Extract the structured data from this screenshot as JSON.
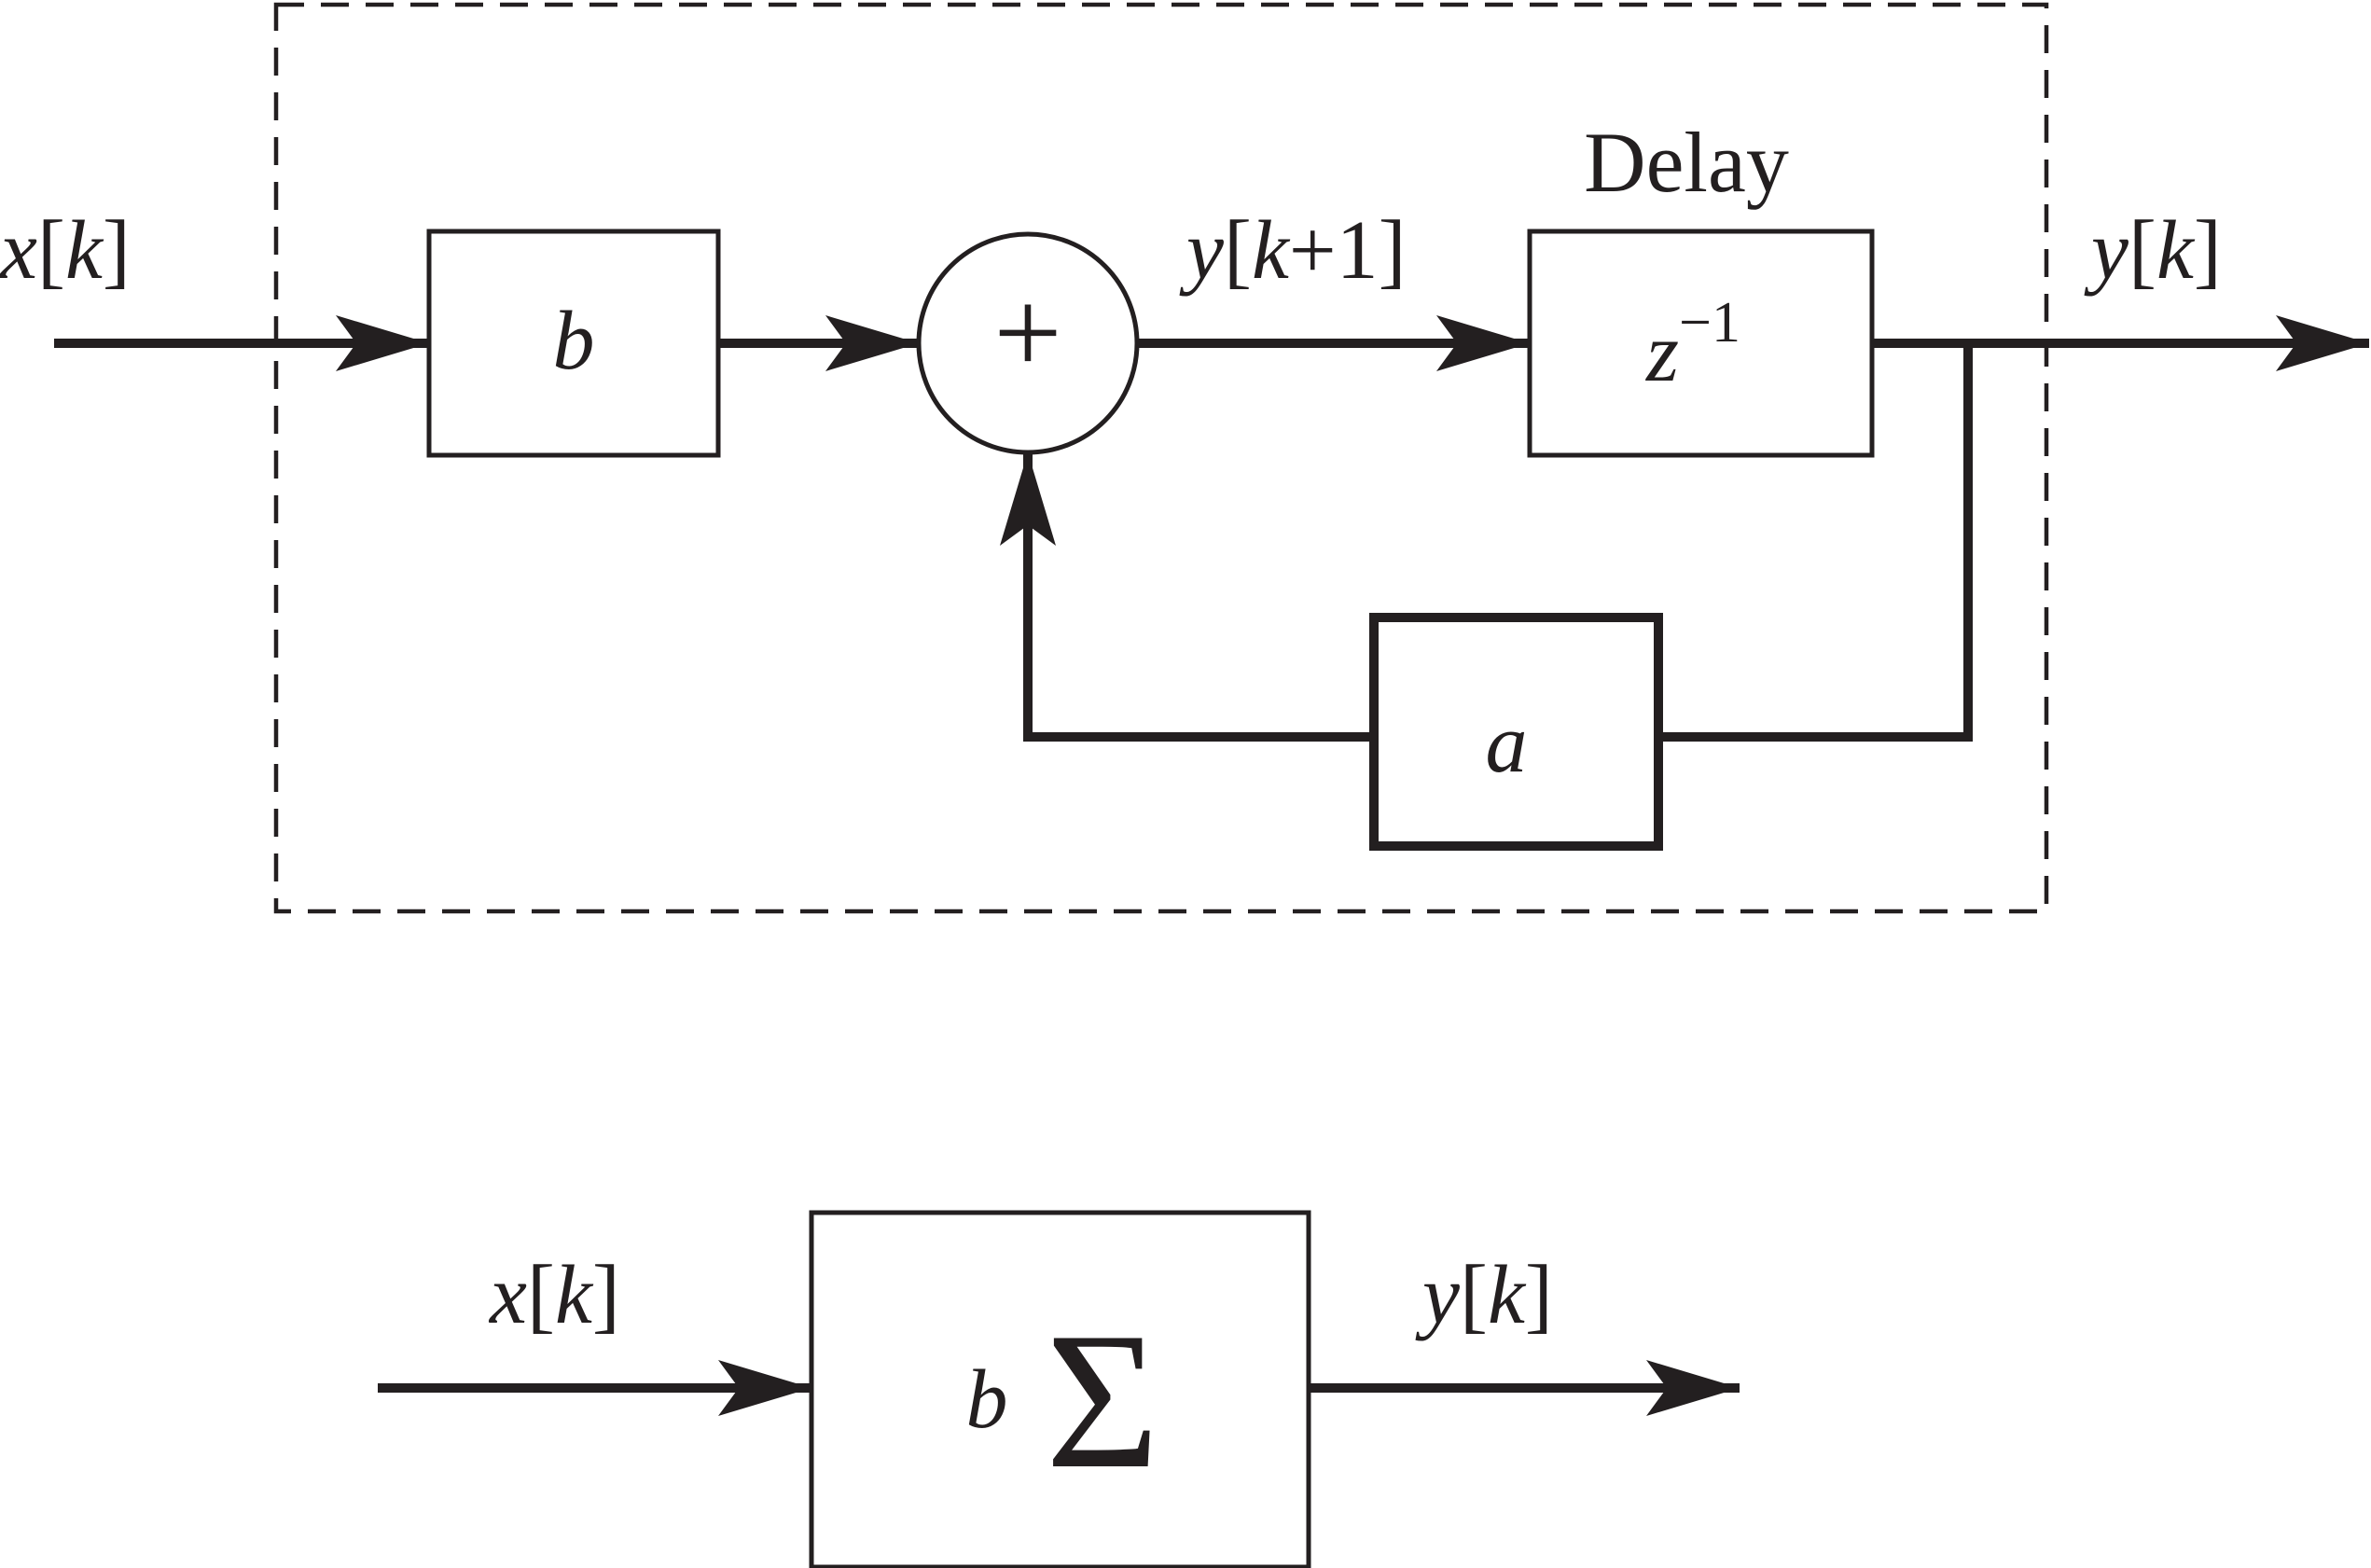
{
  "diagram": {
    "top": {
      "input_label": {
        "var": "x",
        "index": "k"
      },
      "gain_b": "b",
      "sum_symbol": "+",
      "intermediate_label": {
        "var": "y",
        "index": "k",
        "op": "+",
        "offset": "1"
      },
      "delay_title": "Delay",
      "delay_block": {
        "base": "z",
        "exponent": "−1"
      },
      "feedback_gain": "a",
      "output_label": {
        "var": "y",
        "index": "k"
      }
    },
    "bottom": {
      "input_label": {
        "var": "x",
        "index": "k"
      },
      "block_gain": "b",
      "block_symbol": "Σ",
      "output_label": {
        "var": "y",
        "index": "k"
      }
    }
  }
}
